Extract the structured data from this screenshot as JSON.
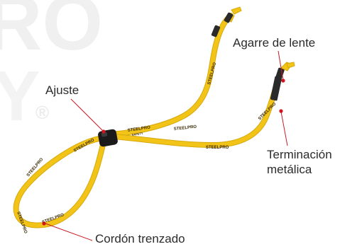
{
  "watermark": {
    "text_line1": "RO",
    "text_line2": "Y",
    "registered_mark": "®"
  },
  "colors": {
    "cord": "#f2c417",
    "cord_shadow": "#d6a90e",
    "print": "#3a2a05",
    "marker": "#d0141c",
    "leader": "#c81a22",
    "stopper": "#1a1a1a",
    "tip": "#2a2a2a",
    "watermark": "#ececec"
  },
  "cord_print": "STEELPRO",
  "cord_print_small": "SAFETY",
  "labels": {
    "ajuste": "Ajuste",
    "agarre": "Agarre de lente",
    "terminacion_line1": "Terminación",
    "terminacion_line2": "metálica",
    "cordon": "Cordón trenzado"
  }
}
